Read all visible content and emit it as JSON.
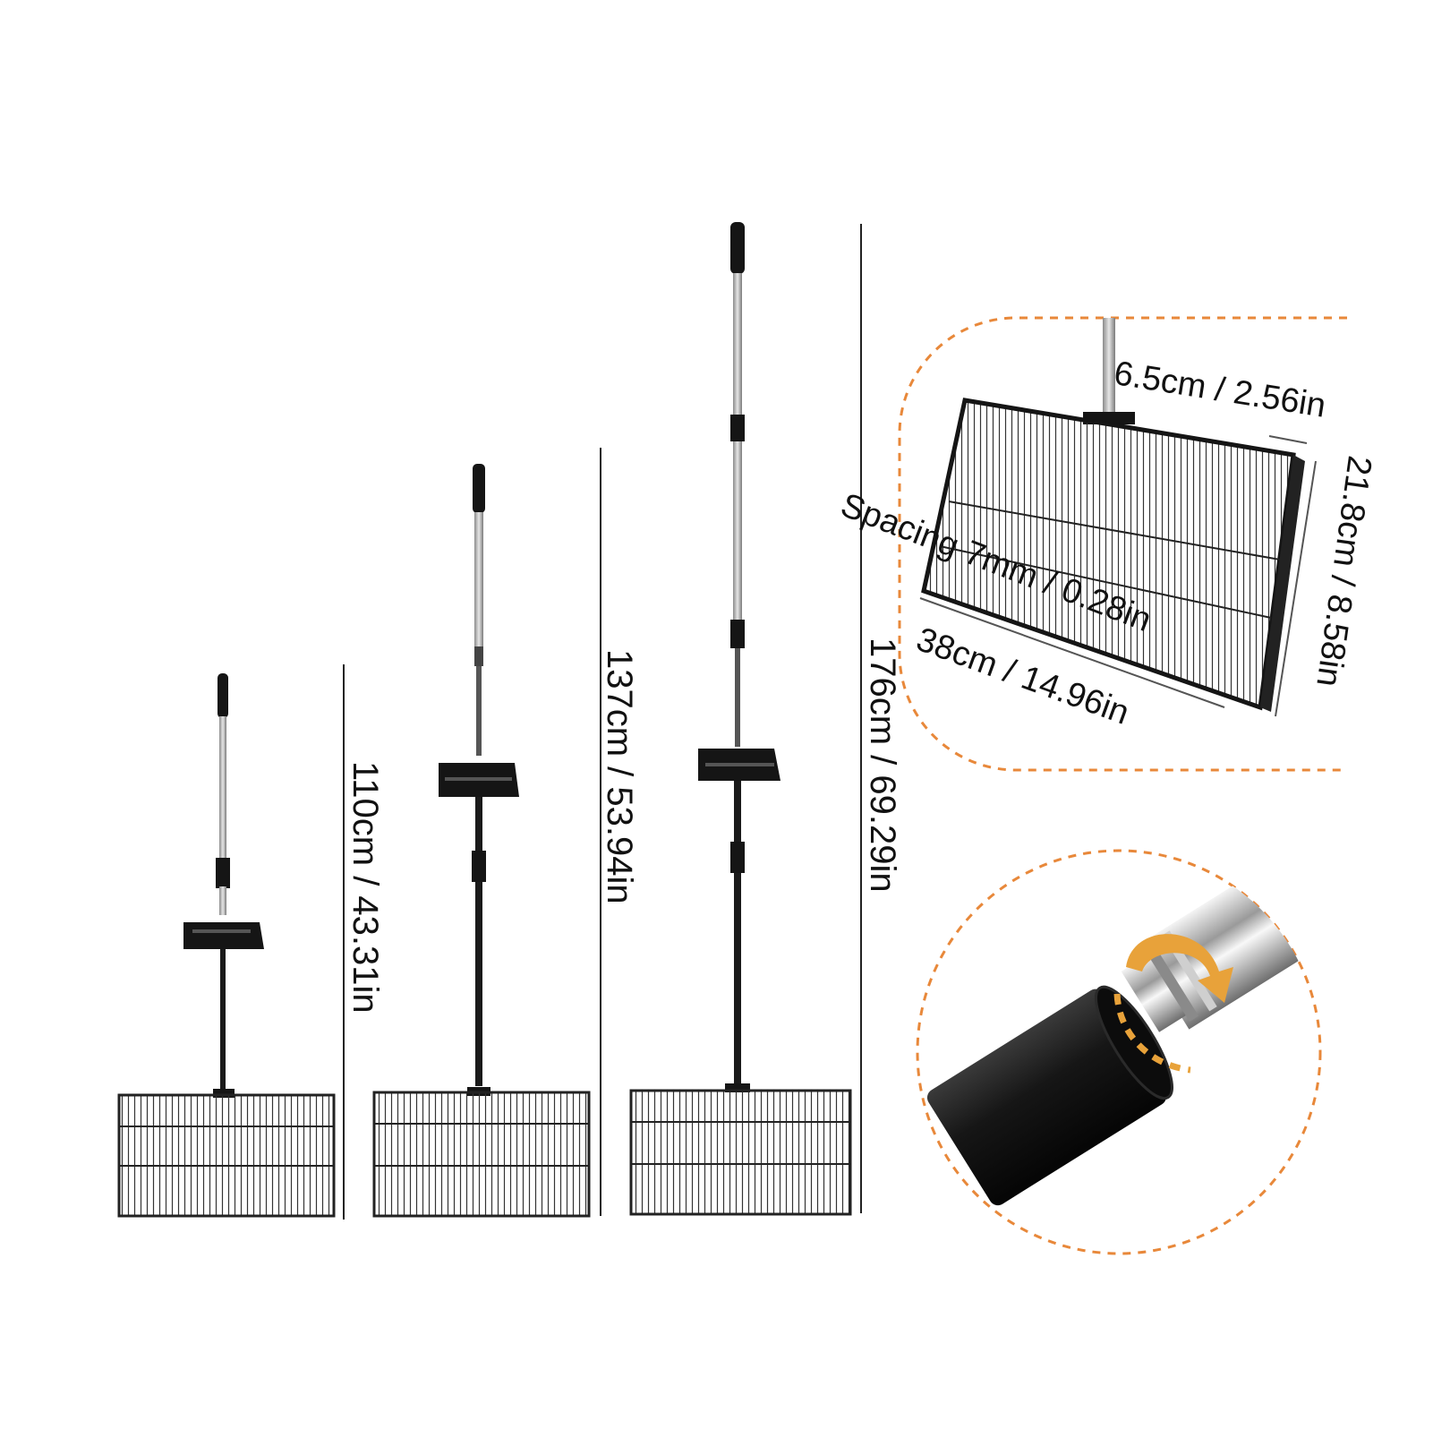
{
  "heights": [
    {
      "label": "110cm / 43.31in",
      "cm": 110
    },
    {
      "label": "137cm / 53.94in",
      "cm": 137
    },
    {
      "label": "176cm / 69.29in",
      "cm": 176
    }
  ],
  "detail": {
    "neck_label": "6.5cm / 2.56in",
    "height_label": "21.8cm / 8.58in",
    "spacing_label": "Spacing 7mm / 0.28in",
    "width_label": "38cm / 14.96in"
  },
  "icons": {
    "rotate": "rotate-arrow-icon"
  },
  "colors": {
    "accent": "#e8883a",
    "metal": "#b8b8b8",
    "black": "#151515"
  }
}
